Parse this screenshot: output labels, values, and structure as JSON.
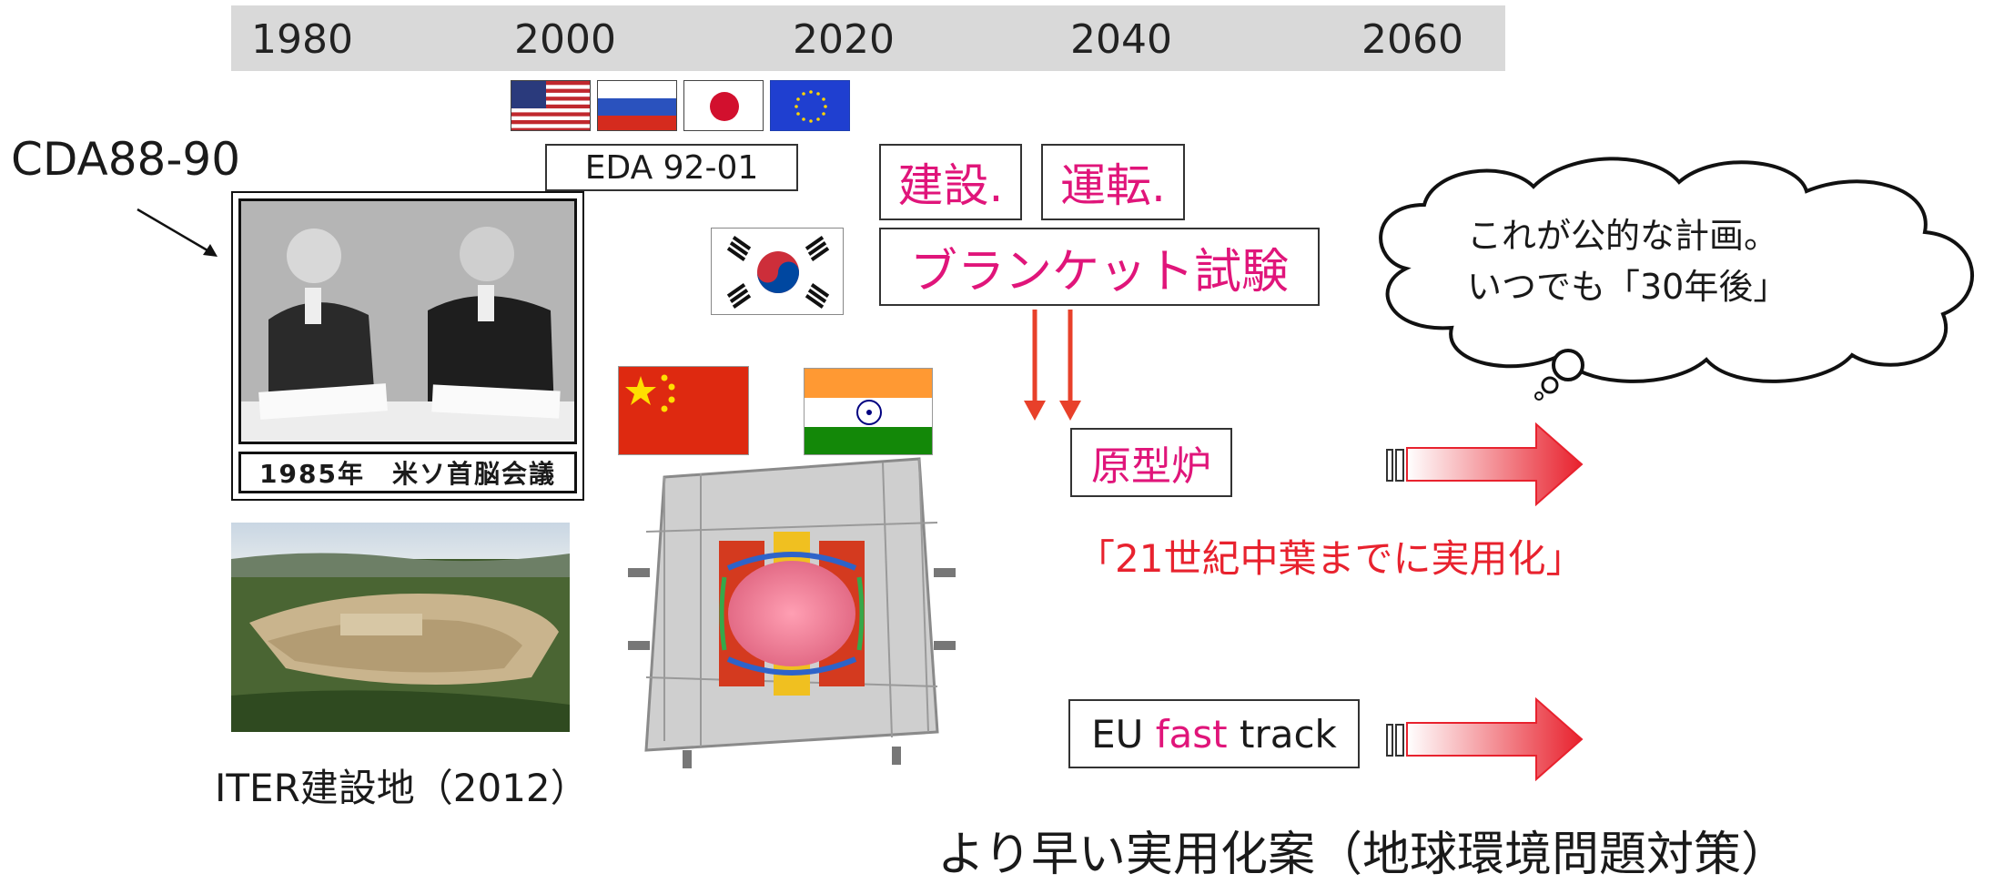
{
  "timeline": {
    "years": [
      "1980",
      "2000",
      "2020",
      "2040",
      "2060"
    ]
  },
  "flags": {
    "group1": [
      "usa-flag-icon",
      "russia-flag-icon",
      "japan-flag-icon",
      "eu-flag-icon"
    ],
    "later": [
      "korea-flag-icon",
      "china-flag-icon",
      "india-flag-icon"
    ]
  },
  "labels": {
    "cda": "CDA88-90",
    "eda": "EDA 92-01",
    "construction": "建設.",
    "operation": "運転.",
    "blanket_test": "ブランケット試験",
    "photo_caption": "1985年　米ソ首脳会議",
    "iter_site_caption": "ITER建設地（2012）",
    "prototype": "原型炉",
    "prototype_quote": "「21世紀中葉までに実用化」",
    "eu_prefix": "EU",
    "eu_fast": "fast",
    "eu_track": "track",
    "early_plan": "より早い実用化案（地球環境問題対策）"
  },
  "thought_bubble": {
    "line1": "これが公的な計画。",
    "line2": "いつでも「30年後」"
  },
  "colors": {
    "pink_text": "#e0157a",
    "red_text": "#e8222e",
    "arrow_red": "#e8402a",
    "timeline_bg": "#d9d9d9"
  }
}
